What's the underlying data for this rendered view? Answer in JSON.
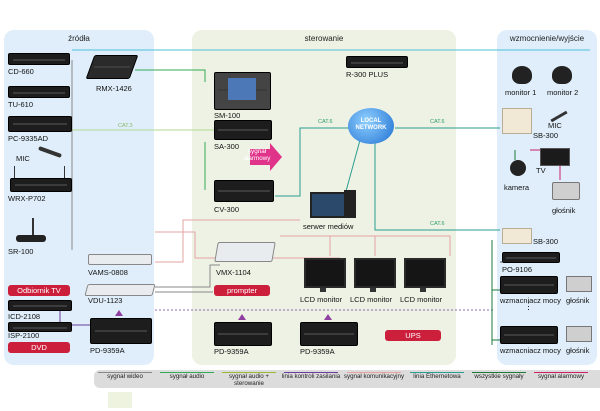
{
  "zones": {
    "sources_title": "źródła",
    "control_title": "sterowanie",
    "output_title": "wzmocnienie/wyjście"
  },
  "sources": {
    "cd": "CD-660",
    "tu": "TU-610",
    "pc": "PC-9335AD",
    "mic": "MIC",
    "wrx": "WRX-P702",
    "sr": "SR-100",
    "rmx": "RMX-1426",
    "tv_receiver": "Odbiornik TV",
    "icd": "ICD-2108",
    "isp": "ISP-2100",
    "dvd": "DVD",
    "vams": "VAMS-0808",
    "vdu": "VDU-1123",
    "pd_left": "PD-9359A"
  },
  "control": {
    "sm": "SM-100",
    "sa": "SA-300",
    "alarm_signal": "sygnał alarmowy",
    "cv": "CV-300",
    "server": "serwer mediów",
    "vmx": "VMX-1104",
    "prompter": "prompter",
    "lcd1": "LCD monitor",
    "lcd2": "LCD monitor",
    "lcd3": "LCD monitor",
    "pd_mid1": "PD-9359A",
    "pd_mid2": "PD-9359A",
    "ups": "UPS",
    "r300": "R-300 PLUS",
    "network": "LOCAL NETWORK",
    "cat3": "CAT.3",
    "cat6_a": "CAT.6",
    "cat6_b": "CAT.6",
    "cat6_c": "CAT.6"
  },
  "output": {
    "monitor1": "monitor 1",
    "monitor2": "monitor 2",
    "sb_top": "SB-300",
    "mic": "MIC",
    "tv": "TV",
    "camera": "kamera",
    "speaker_top": "głośnik",
    "sb_bottom": "SB-300",
    "po": "PO-9106",
    "amp1": "wzmacniacz mocy",
    "amp2": "wzmacniacz mocy",
    "speaker1": "głośnik",
    "speaker2": "głośnik"
  },
  "legend": [
    {
      "label": "sygnał wideo",
      "color": "#888888"
    },
    {
      "label": "sygnał audio",
      "color": "#33aa55"
    },
    {
      "label": "sygnał audio + sterowanie",
      "color": "#99bb33"
    },
    {
      "label": "linia kontroli zasilania",
      "color": "#6a3d9a"
    },
    {
      "label": "sygnał komunikacyjny",
      "color": "#e6a3a3"
    },
    {
      "label": "linia Ethernetowa",
      "color": "#2a9d8f"
    },
    {
      "label": "wszystkie sygnały",
      "color": "#1b7a3a"
    },
    {
      "label": "sygnał alarmowy",
      "color": "#cc1f6a"
    }
  ],
  "colors": {
    "zone_sources": "#dfeefa",
    "zone_control": "#eef2e4",
    "zone_output": "#dfeefa",
    "red_tag": "#cc1f3c",
    "alarm_pink": "#e0338a"
  }
}
